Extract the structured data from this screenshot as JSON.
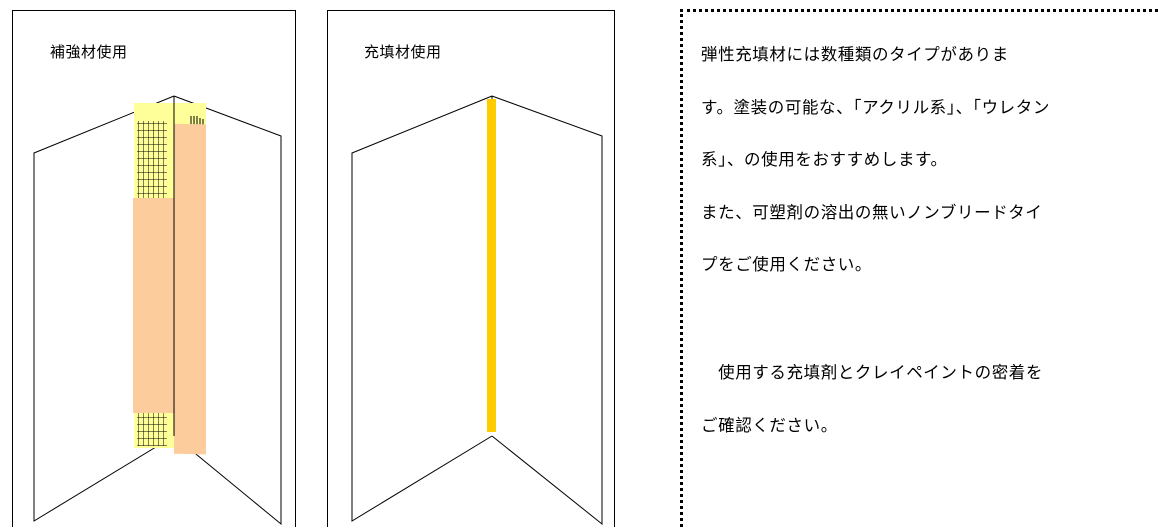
{
  "panels": [
    {
      "title": "補強材使用"
    },
    {
      "title": "充填材使用"
    }
  ],
  "note": {
    "lines": [
      "弾性充填材には数種類のタイプがありま",
      "す。塗装の可能な、「アクリル系」、「ウレタン",
      "系」、の使用をおすすめします。",
      "また、可塑剤の溶出の無いノンブリードタイ",
      "プをご使用ください。",
      "　使用する充填剤とクレイペイントの密着を",
      "ご確認ください。"
    ]
  },
  "colors": {
    "tape": "#fccc9c",
    "mesh_fill": "#ffff99",
    "sealant": "#ffcc00",
    "line": "#000000"
  }
}
